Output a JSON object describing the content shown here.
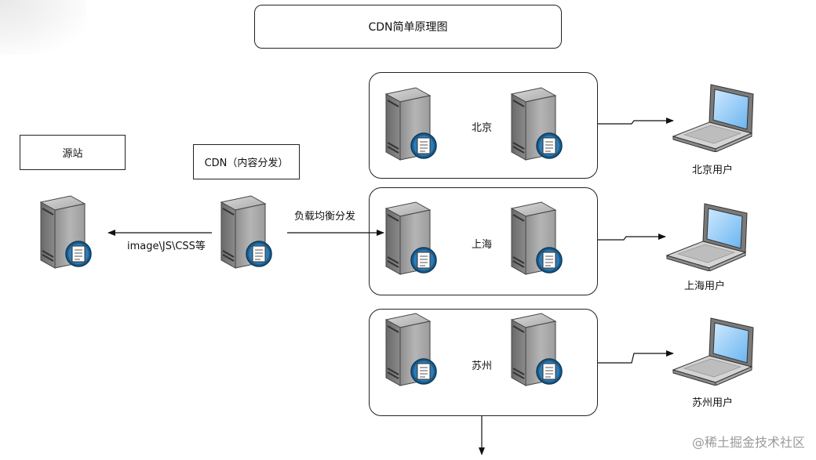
{
  "title": "CDN简单原理图",
  "origin_label": "源站",
  "cdn_label": "CDN（内容分发）",
  "edge_arrow_label": "image\\JS\\CSS等",
  "lb_arrow_label": "负载均衡分发",
  "nodes": [
    {
      "name": "北京",
      "user": "北京用户"
    },
    {
      "name": "上海",
      "user": "上海用户"
    },
    {
      "name": "苏州",
      "user": "苏州用户"
    }
  ],
  "watermark": "@稀土掘金技术社区",
  "icons": {
    "server": "server-icon",
    "laptop": "laptop-icon"
  }
}
